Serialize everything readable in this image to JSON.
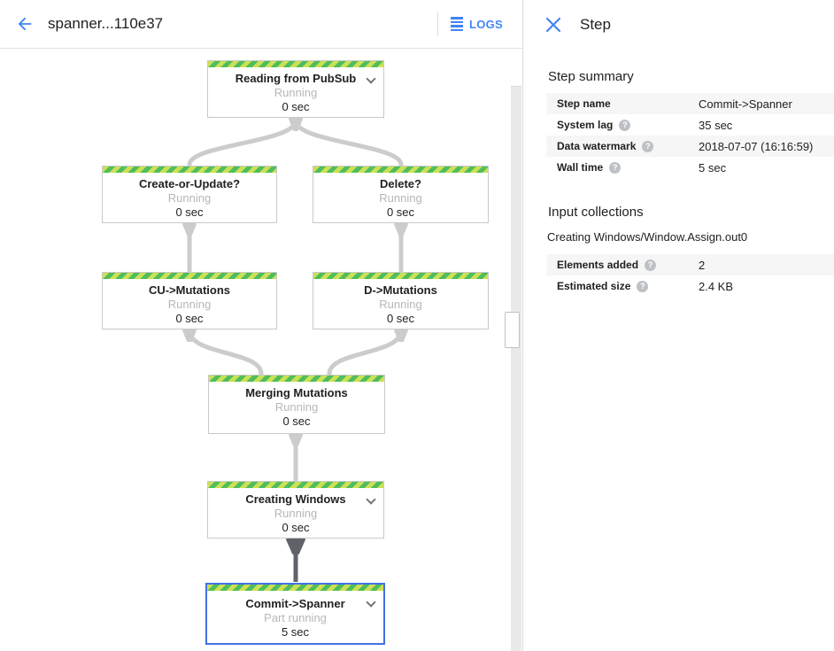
{
  "header": {
    "title": "spanner...110e37",
    "logs_label": "LOGS"
  },
  "panel": {
    "title": "Step",
    "step_summary": {
      "heading": "Step summary",
      "rows": [
        {
          "label": "Step name",
          "value": "Commit->Spanner"
        },
        {
          "label": "System lag",
          "value": "35 sec"
        },
        {
          "label": "Data watermark",
          "value": "2018-07-07 (16:16:59)"
        },
        {
          "label": "Wall time",
          "value": "5 sec"
        }
      ]
    },
    "input_collections": {
      "heading": "Input collections",
      "collection": "Creating Windows/Window.Assign.out0",
      "rows": [
        {
          "label": "Elements added",
          "value": "2"
        },
        {
          "label": "Estimated size",
          "value": "2.4 KB"
        }
      ]
    }
  },
  "graph": {
    "nodes": [
      {
        "title": "Reading from PubSub",
        "status": "Running",
        "time": "0 sec"
      },
      {
        "title": "Create-or-Update?",
        "status": "Running",
        "time": "0 sec"
      },
      {
        "title": "Delete?",
        "status": "Running",
        "time": "0 sec"
      },
      {
        "title": "CU->Mutations",
        "status": "Running",
        "time": "0 sec"
      },
      {
        "title": "D->Mutations",
        "status": "Running",
        "time": "0 sec"
      },
      {
        "title": "Merging Mutations",
        "status": "Running",
        "time": "0 sec"
      },
      {
        "title": "Creating Windows",
        "status": "Running",
        "time": "0 sec"
      },
      {
        "title": "Commit->Spanner",
        "status": "Part running",
        "time": "5 sec"
      }
    ]
  },
  "colors": {
    "accent_blue": "#4285f4",
    "selected_border": "#4272e2",
    "stripe_light": "#cbe155",
    "stripe_green": "#50bd5c",
    "edge_light": "#cccccc",
    "edge_dark": "#5f6368"
  }
}
